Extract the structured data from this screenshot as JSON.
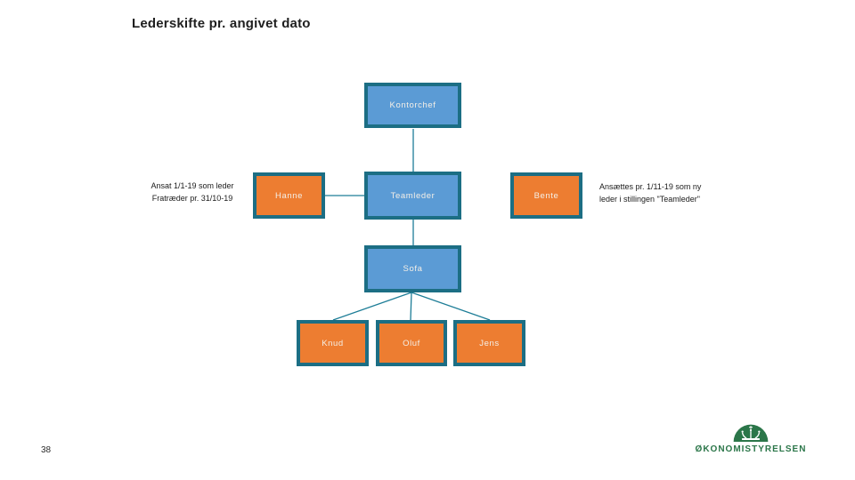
{
  "slide": {
    "title": "Lederskifte pr. angivet dato",
    "page_number": "38"
  },
  "org_chart": {
    "nodes": [
      {
        "label": "Kontorchef",
        "color": "blue"
      },
      {
        "label": "Hanne",
        "color": "orange"
      },
      {
        "label": "Teamleder",
        "color": "blue"
      },
      {
        "label": "Bente",
        "color": "orange"
      },
      {
        "label": "Sofa",
        "color": "blue"
      },
      {
        "label": "Knud",
        "color": "orange"
      },
      {
        "label": "Oluf",
        "color": "orange"
      },
      {
        "label": "Jens",
        "color": "orange"
      }
    ],
    "edges": [
      [
        "Kontorchef",
        "Teamleder"
      ],
      [
        "Hanne",
        "Teamleder"
      ],
      [
        "Teamleder",
        "Sofa"
      ],
      [
        "Sofa",
        "Knud"
      ],
      [
        "Sofa",
        "Oluf"
      ],
      [
        "Sofa",
        "Jens"
      ]
    ],
    "annotations": {
      "left": {
        "line1": "Ansat 1/1-19 som leder",
        "line2": "Fratræder pr. 31/10-19"
      },
      "right": {
        "line1": "Ansættes pr. 1/11-19 som ny",
        "line2": "leder i stillingen \"Teamleder\""
      }
    }
  },
  "footer": {
    "logo_text": "ØKONOMISTYRELSEN"
  },
  "colors": {
    "node_blue": "#5B9BD5",
    "node_orange": "#ED7D31",
    "node_border": "#1C6E84",
    "connector": "#1D7D97",
    "logo_green": "#2B7649",
    "node_label_text": "#F4EFE7"
  }
}
